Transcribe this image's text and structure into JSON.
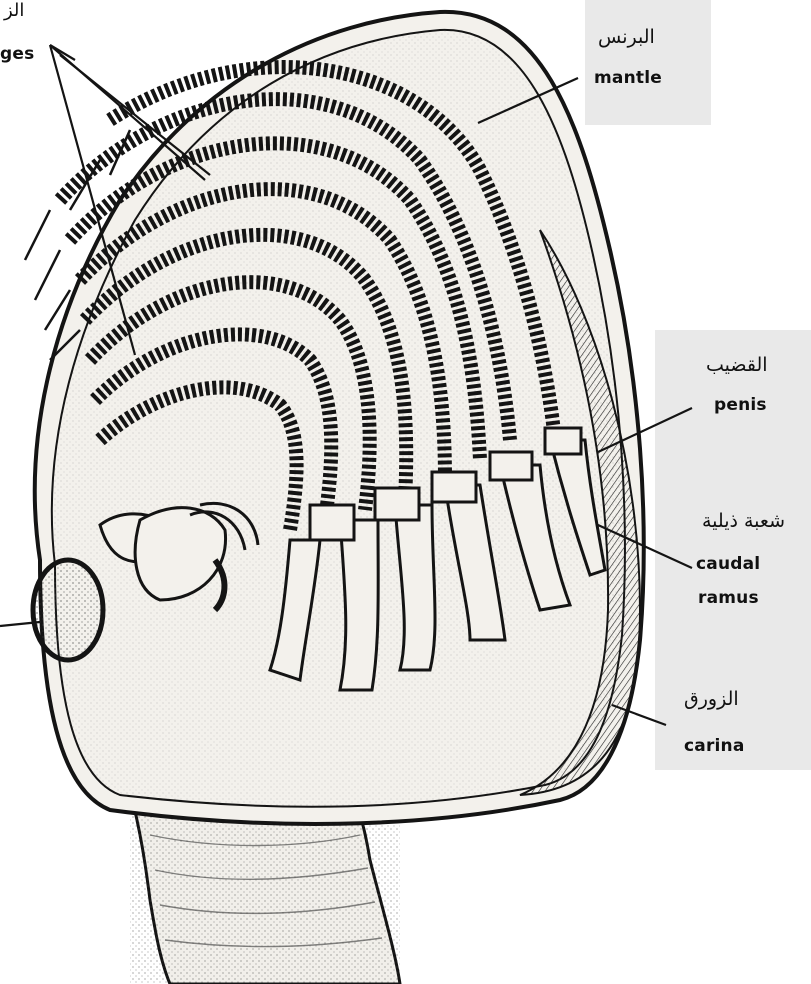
{
  "labels": {
    "cirri": {
      "ar": "الزوائد",
      "en": "cirri/appendages"
    },
    "mantle": {
      "ar": "البرنس",
      "en": "mantle"
    },
    "penis": {
      "ar": "القضيب",
      "en": "penis"
    },
    "caudal": {
      "ar": "شعبة ذيلية",
      "en_line1": "caudal",
      "en_line2": "ramus"
    },
    "carina": {
      "ar": "الزورق",
      "en": "carina"
    },
    "left_cut_en": "ges",
    "left_cut_ar": "الز"
  },
  "colors": {
    "ink": "#141414",
    "body_fill": "#f3f1ec",
    "stipple": "#3a3a3a",
    "panel": "#e9e9e9"
  }
}
